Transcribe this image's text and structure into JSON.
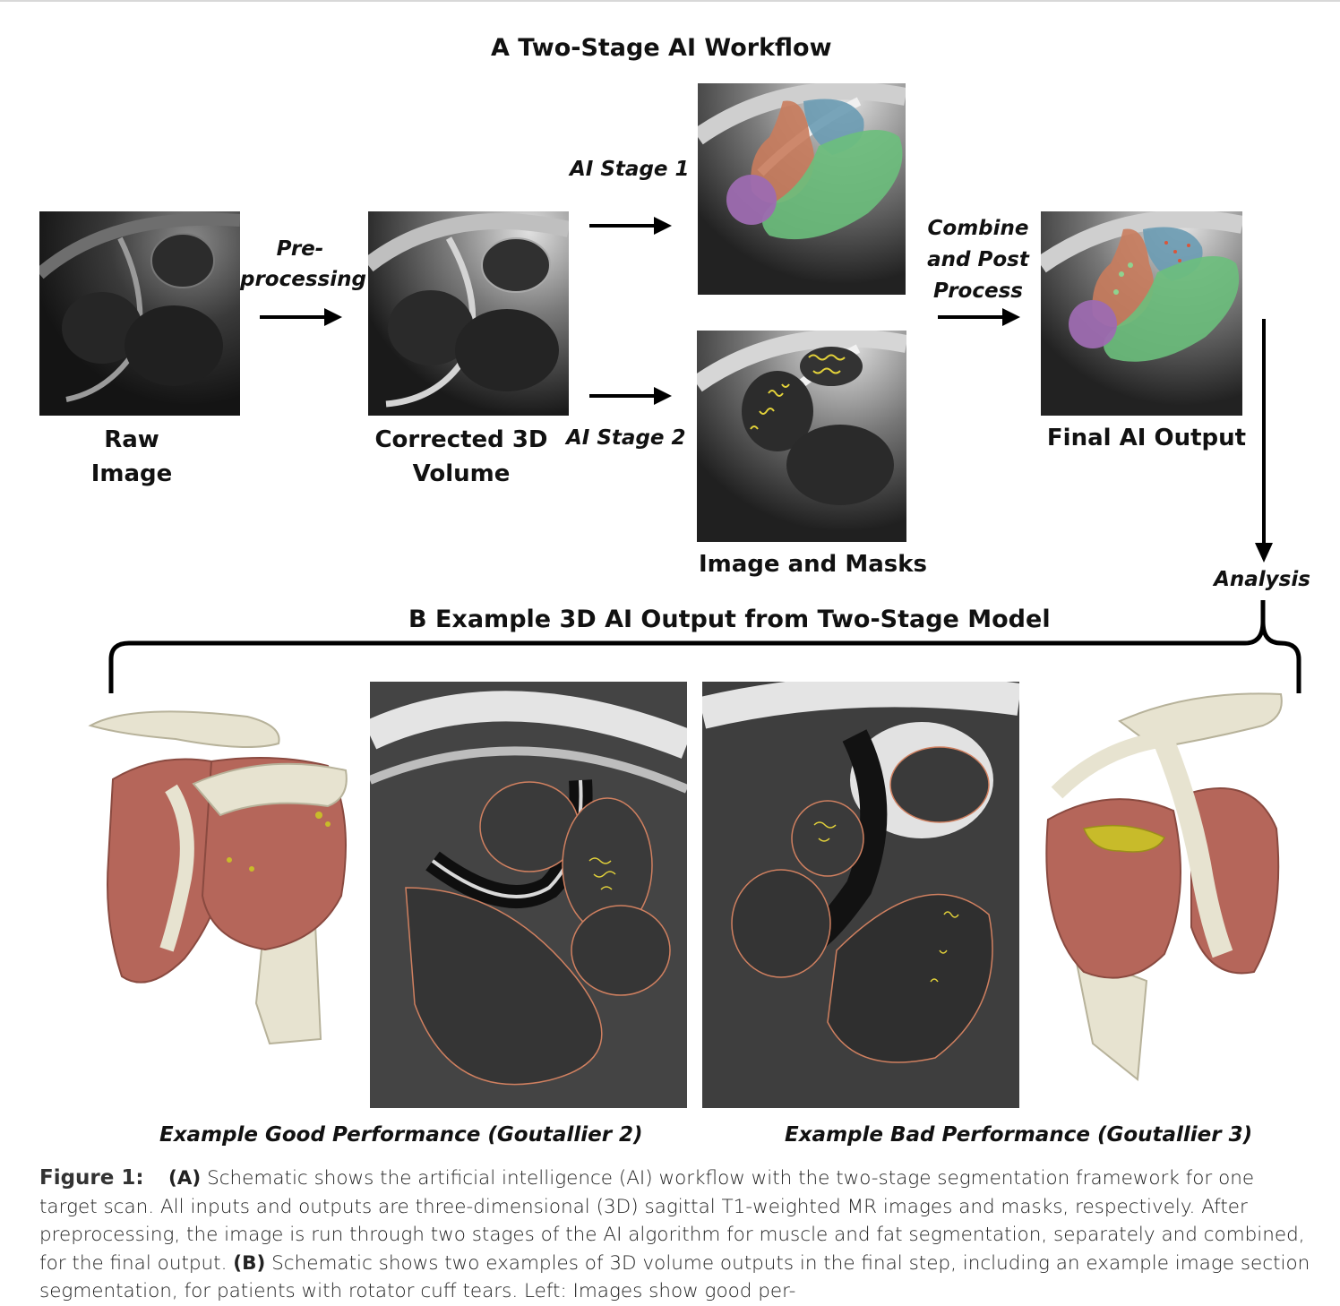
{
  "panel_a": {
    "title": "A  Two-Stage AI Workflow",
    "raw_label_1": "Raw",
    "raw_label_2": "Image",
    "preprocess_1": "Pre-",
    "preprocess_2": "processing",
    "corrected_1": "Corrected 3D",
    "corrected_2": "Volume",
    "stage1": "AI Stage 1",
    "stage2": "AI Stage 2",
    "masks_label": "Image and Masks",
    "combine_1": "Combine",
    "combine_2": "and Post",
    "combine_3": "Process",
    "final_label": "Final AI Output",
    "analysis": "Analysis"
  },
  "panel_b": {
    "title": "B  Example 3D AI Output from Two-Stage Model",
    "good": "Example Good Performance (Goutallier 2)",
    "bad": "Example Bad Performance (Goutallier 3)"
  },
  "caption": {
    "figure": "Figure 1:",
    "a_tag": "(A)",
    "a_text": " Schematic shows the artificial intelligence (AI) workflow with the two-stage segmentation framework for one target scan. All inputs and outputs are three-dimensional (3D) sagittal T1-weighted MR images and masks, respectively. After preprocessing, the image is run through two stages of the AI algorithm for muscle and fat segmentation, separately and combined, for the final output. ",
    "b_tag": "(B)",
    "b_text": " Schematic shows two examples of 3D volume outputs in the final step, including an example image section segmentation, for patients with rotator cuff tears. Left: Images show good per-"
  },
  "colors": {
    "supraspinatus": "#6a9bb3",
    "infraspinatus": "#6cbf7c",
    "subscapularis": "#c97c5d",
    "teres": "#9d6bb0",
    "fat": "#e3d23a",
    "muscle3d": "#b5665a",
    "bone3d": "#e7e3d0"
  }
}
